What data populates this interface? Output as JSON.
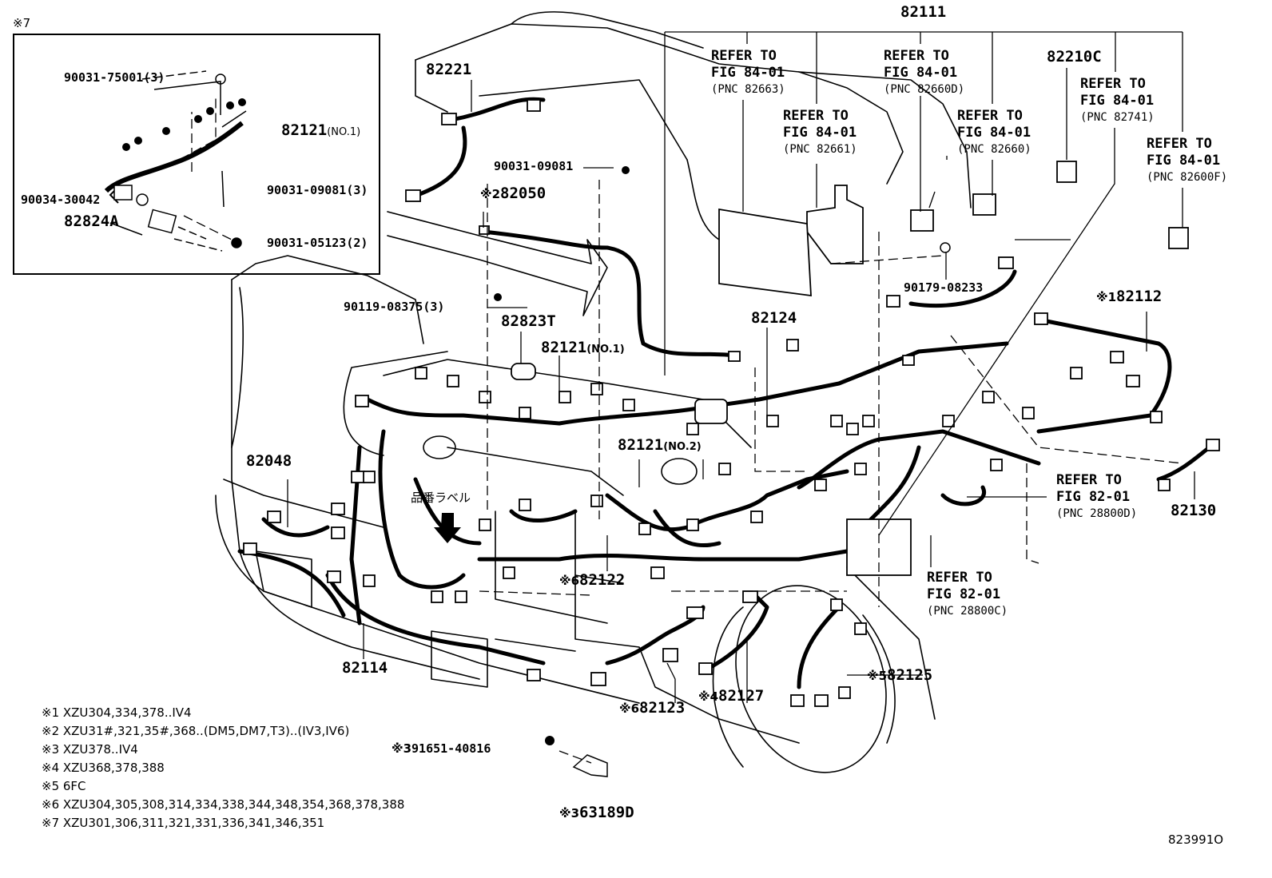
{
  "inset": {
    "marker": "※7",
    "parts": {
      "p1": "90031-75001(3)",
      "p2a": "82121",
      "p2b": "(NO.1)",
      "p3": "90034-30042",
      "p4": "90031-09081(3)",
      "p5": "82824A",
      "p6": "90031-05123(2)"
    }
  },
  "labels": {
    "top": "82111",
    "c82221": "82221",
    "c82210c": "82210C",
    "c90031_09081": "90031-09081",
    "m2": "※2",
    "c82050": "82050",
    "c90119": "90119-08375(3)",
    "c82823t": "82823T",
    "c82121a": "82121",
    "c82121a_no": "(NO.1)",
    "c82124": "82124",
    "c90179": "90179-08233",
    "m1": "※1",
    "c82112": "82112",
    "c82121b": "82121",
    "c82121b_no": "(NO.2)",
    "c82048": "82048",
    "jp_label": "品番ラベル",
    "c82130": "82130",
    "m6a": "※6",
    "c82122": "82122",
    "c82114": "82114",
    "m5": "※5",
    "c82125": "82125",
    "m6b": "※6",
    "c82123": "82123",
    "m4": "※4",
    "c82127": "82127",
    "m3a": "※3",
    "c91651": "91651-40816",
    "m3b": "※3",
    "c63189d": "63189D",
    "code": "823991O"
  },
  "refs": [
    {
      "line1": "REFER TO",
      "line2": "FIG 84-01",
      "pnc": "(PNC 82663)"
    },
    {
      "line1": "REFER TO",
      "line2": "FIG 84-01",
      "pnc": "(PNC 82660D)"
    },
    {
      "line1": "REFER TO",
      "line2": "FIG 84-01",
      "pnc": "(PNC 82661)"
    },
    {
      "line1": "REFER TO",
      "line2": "FIG 84-01",
      "pnc": "(PNC 82660)"
    },
    {
      "line1": "REFER TO",
      "line2": "FIG 84-01",
      "pnc": "(PNC 82741)"
    },
    {
      "line1": "REFER TO",
      "line2": "FIG 84-01",
      "pnc": "(PNC 82600F)"
    },
    {
      "line1": "REFER TO",
      "line2": "FIG 82-01",
      "pnc": "(PNC 28800D)"
    },
    {
      "line1": "REFER TO",
      "line2": "FIG 82-01",
      "pnc": "(PNC 28800C)"
    }
  ],
  "notes": [
    "※1 XZU304,334,378..IV4",
    "※2 XZU31#,321,35#,368..(DM5,DM7,T3)..(IV3,IV6)",
    "※3 XZU378..IV4",
    "※4 XZU368,378,388",
    "※5 6FC",
    "※6 XZU304,305,308,314,334,338,344,348,354,368,378,388",
    "※7 XZU301,306,311,321,331,336,341,346,351"
  ]
}
